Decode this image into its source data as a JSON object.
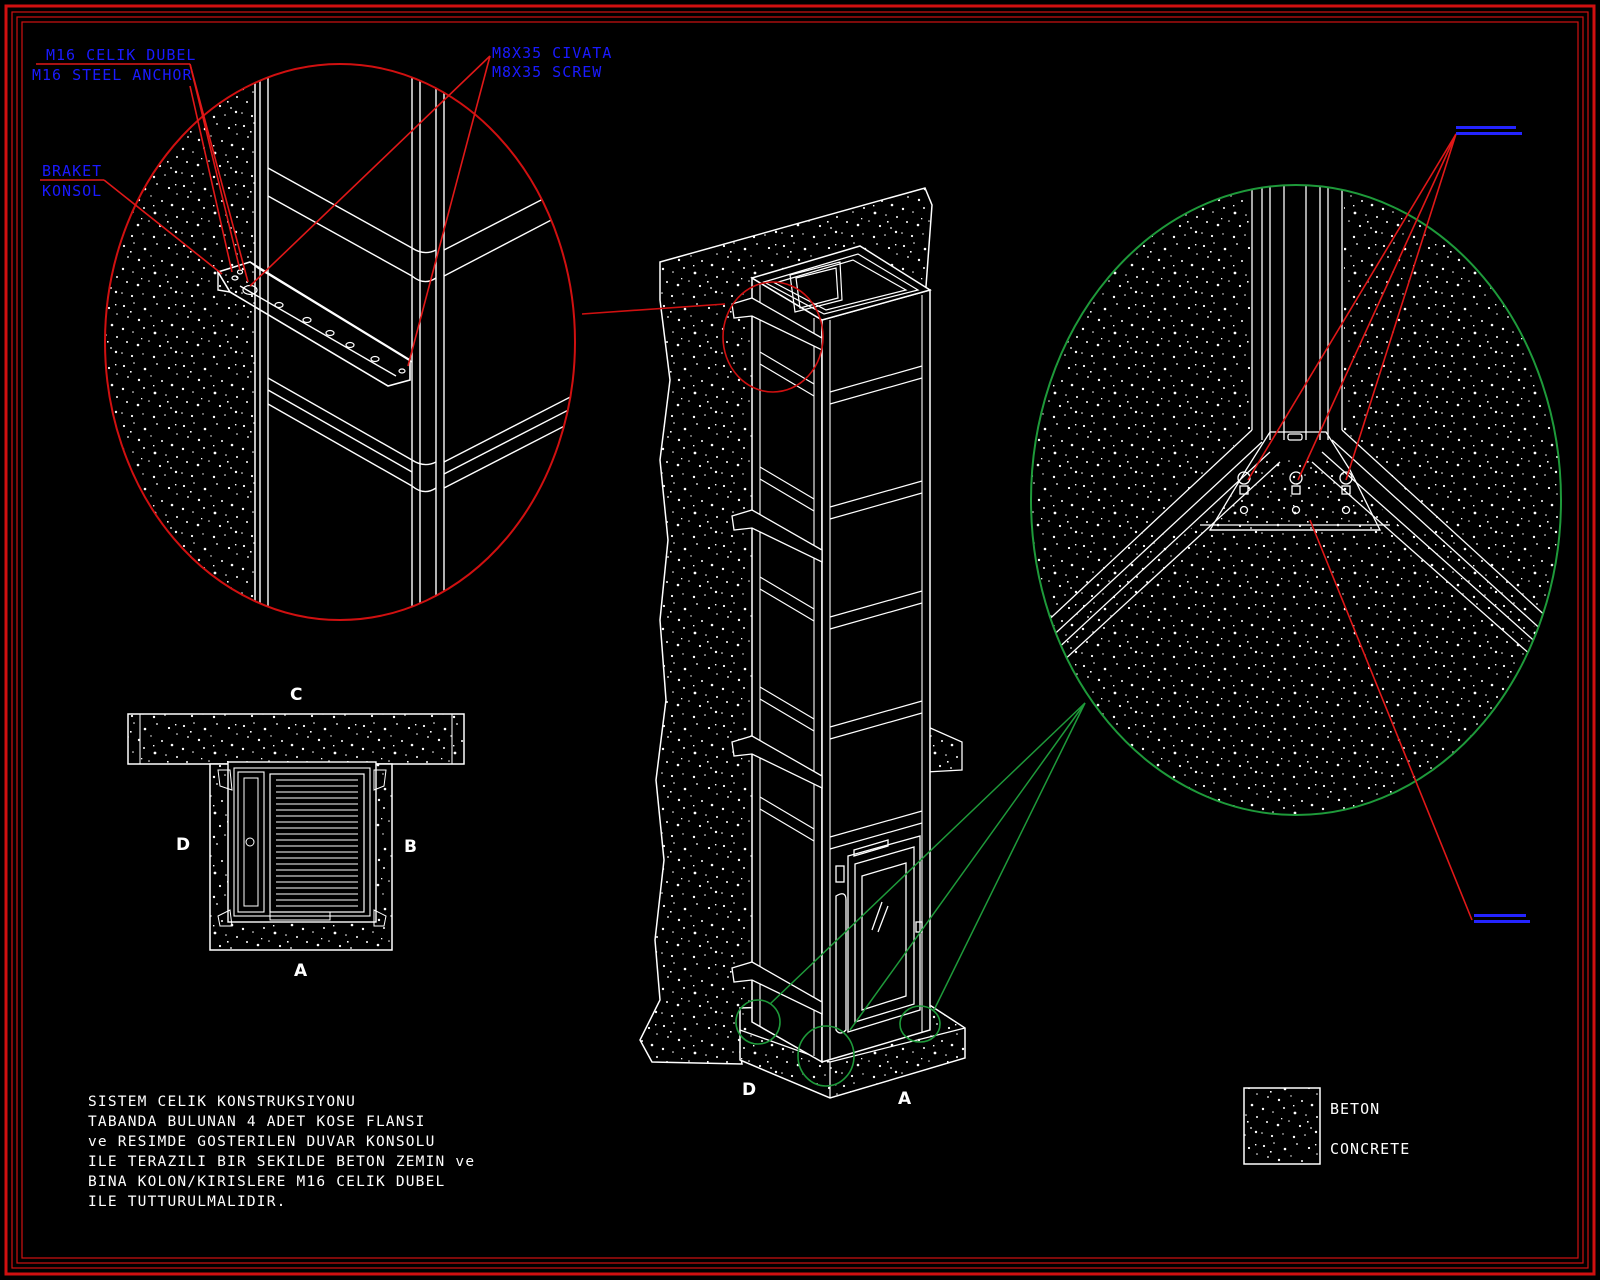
{
  "callouts": {
    "anchor_tr": "M16 CELIK DUBEL",
    "anchor_en": "M16 STEEL ANCHOR",
    "screw_tr": "M8X35 CIVATA",
    "screw_en": "M8X35 SCREW",
    "bracket_tr": "BRAKET",
    "bracket_en": "KONSOL"
  },
  "plan_view": {
    "side_c": "C",
    "side_d": "D",
    "side_b": "B",
    "side_a": "A"
  },
  "iso_view": {
    "side_d": "D",
    "side_a": "A"
  },
  "note_lines": [
    "SISTEM CELIK KONSTRUKSIYONU",
    "TABANDA BULUNAN 4 ADET KOSE FLANSI",
    "ve RESIMDE GOSTERILEN DUVAR KONSOLU",
    "ILE TERAZILI BIR SEKILDE BETON ZEMIN ve",
    "BINA KOLON/KIRISLERE M16 CELIK DUBEL",
    "ILE TUTTURULMALIDIR."
  ],
  "legend": {
    "label_tr": "BETON",
    "label_en": "CONCRETE"
  },
  "colors": {
    "background": "#000000",
    "frame": "#d01010",
    "leader_red": "#e01818",
    "leader_green": "#1e9a3a",
    "label_blue": "#1a1aff",
    "linework": "#ffffff"
  }
}
